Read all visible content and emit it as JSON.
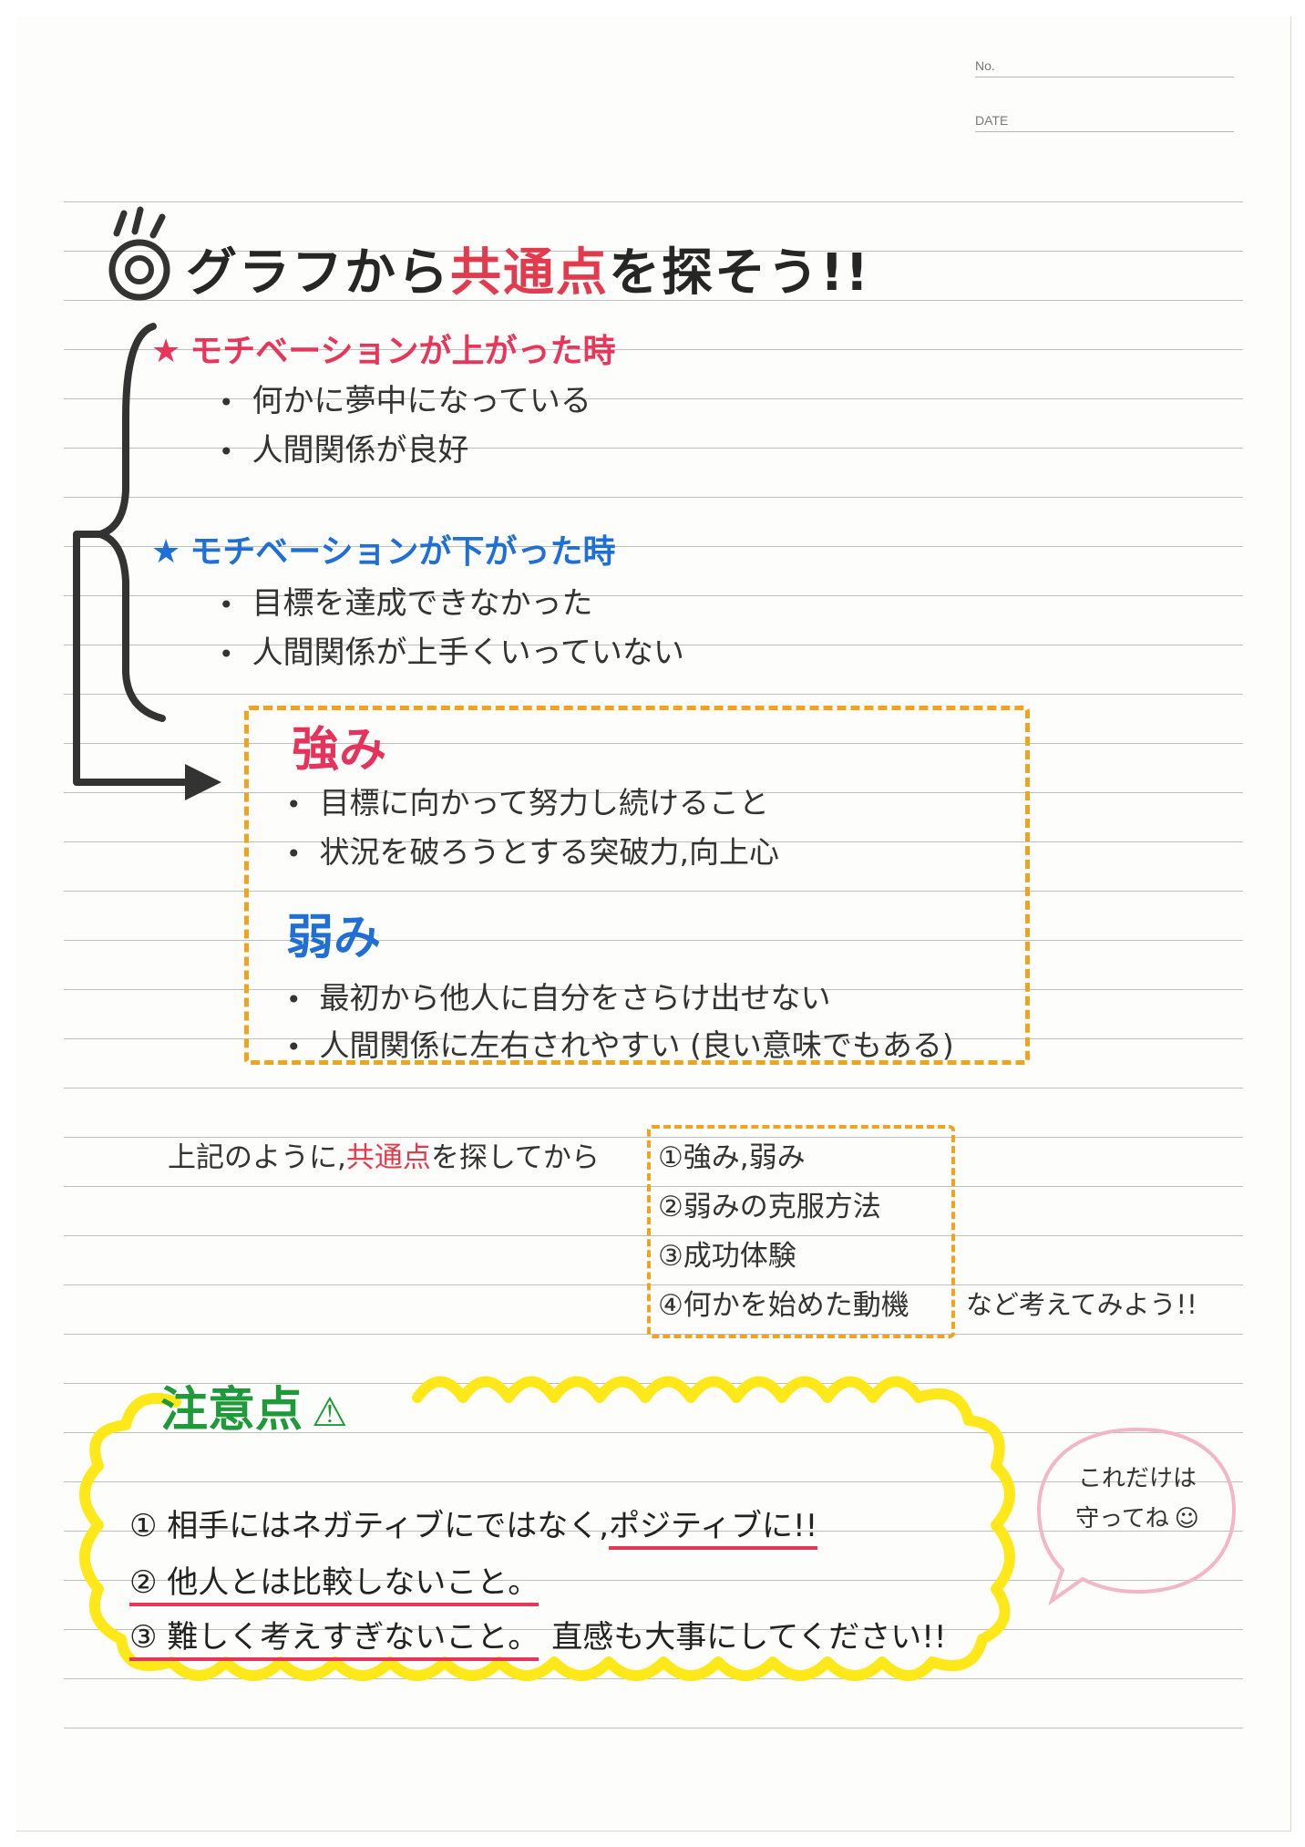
{
  "header": {
    "no_label": "No.",
    "date_label": "DATE"
  },
  "title": {
    "prefix": "グラフから",
    "highlight": "共通点",
    "suffix": "を探そう!!"
  },
  "motivation_up": {
    "heading": "モチベーションが上がった時",
    "items": [
      "何かに夢中になっている",
      "人間関係が良好"
    ]
  },
  "motivation_down": {
    "heading": "モチベーションが下がった時",
    "items": [
      "目標を達成できなかった",
      "人間関係が上手くいっていない"
    ]
  },
  "strengths": {
    "heading": "強み",
    "items": [
      "目標に向かって努力し続けること",
      "状況を破ろうとする突破力,向上心"
    ]
  },
  "weaknesses": {
    "heading": "弱み",
    "items": [
      "最初から他人に自分をさらけ出せない",
      "人間関係に左右されやすい (良い意味でもある)"
    ]
  },
  "explore": {
    "lead_prefix": "上記のように,",
    "lead_highlight": "共通点",
    "lead_suffix": "を探してから",
    "list": [
      "①強み,弱み",
      "②弱みの克服方法",
      "③成功体験",
      "④何かを始めた動機"
    ],
    "tail": "など考えてみよう!!"
  },
  "caution": {
    "title": "注意点",
    "item1_plain": "① 相手にはネガティブにではなく,",
    "item1_underlined": "ポジティブに!!",
    "item2_underlined": "② 他人とは比較しないこと。",
    "item3_underlined": "③ 難しく考えすぎないこと。",
    "item3_plain": "直感も大事にしてください!!"
  },
  "bubble": {
    "line1": "これだけは",
    "line2": "守ってね",
    "face": "☺"
  },
  "colors": {
    "red": "#e8365a",
    "blue": "#1f6fd6",
    "orange": "#f1a21f",
    "green": "#1f9a3a",
    "yellow": "#ffe81a",
    "pink": "#f2b6c8"
  }
}
